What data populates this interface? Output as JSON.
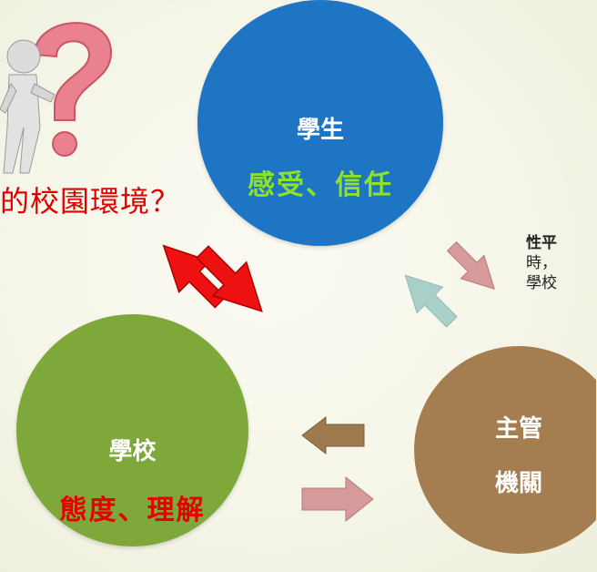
{
  "colors": {
    "student": "#1e75c4",
    "school": "#7fa83b",
    "authority": "#a47e50",
    "arrow_red": "#ee1111",
    "arrow_pink": "#d69a9a",
    "arrow_teal": "#a8d0c8",
    "arrow_brown": "#9c7a4e"
  },
  "question_icon": "question-mark-figure-icon",
  "question_text": "的校園環境？",
  "student": {
    "title": "學生",
    "subtitle": "感受、信任"
  },
  "school": {
    "title": "學校",
    "subtitle": "態度、理解"
  },
  "authority": {
    "line1": "主管",
    "line2": "機關"
  },
  "side_note": {
    "line1": "性平",
    "line2": "時，",
    "line3": "學校"
  }
}
